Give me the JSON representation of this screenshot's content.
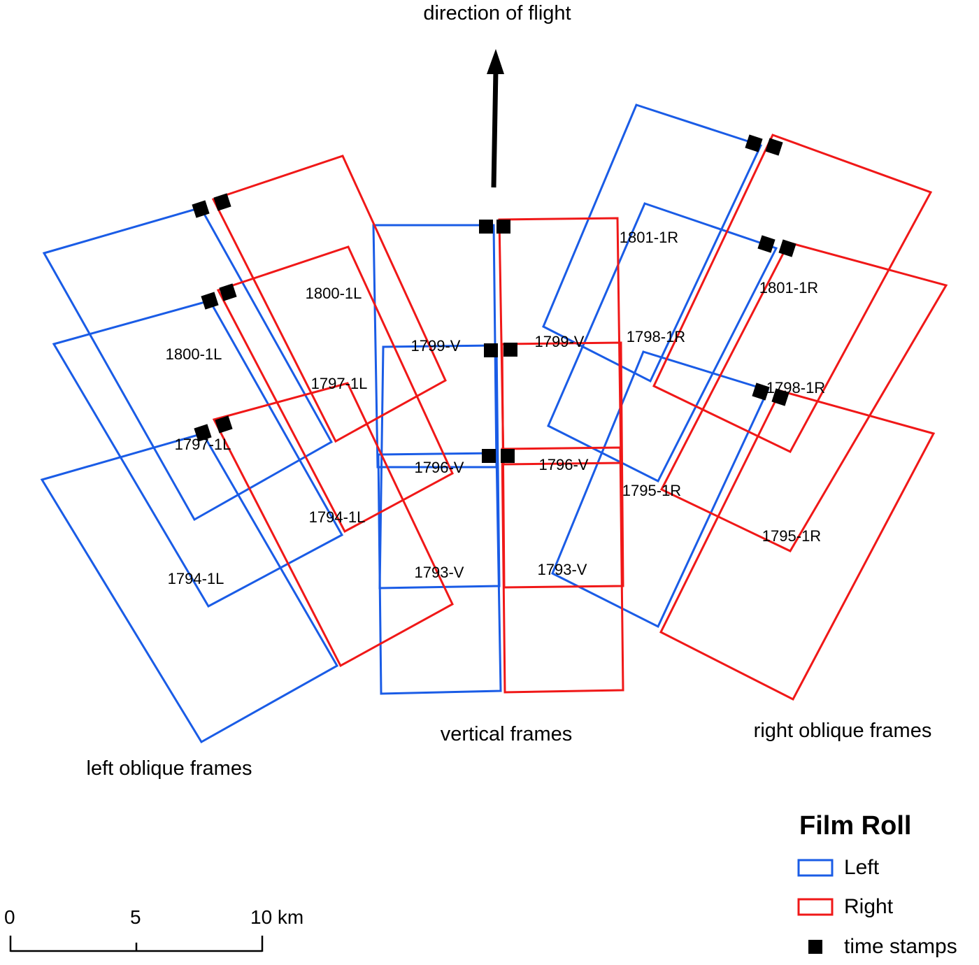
{
  "title": "direction of flight",
  "groups": {
    "left": "left oblique frames",
    "vertical": "vertical frames",
    "right": "right oblique frames"
  },
  "colors": {
    "left": "#1a5ce6",
    "right": "#f01818",
    "stamp": "#000000"
  },
  "frame_labels": {
    "l_blue": [
      "1800-1L",
      "1797-1L",
      "1794-1L"
    ],
    "l_red": [
      "1800-1L",
      "1797-1L",
      "1794-1L"
    ],
    "v_blue": [
      "1799-V",
      "1796-V",
      "1793-V"
    ],
    "v_red": [
      "1799-V",
      "1796-V",
      "1793-V"
    ],
    "r_blue": [
      "1801-1R",
      "1798-1R",
      "1795-1R"
    ],
    "r_red": [
      "1801-1R",
      "1798-1R",
      "1795-1R"
    ]
  },
  "legend": {
    "title": "Film Roll",
    "left": "Left",
    "right": "Right",
    "stamps": "time stamps"
  },
  "scale": {
    "t0": "0",
    "t5": "5",
    "t10": "10 km"
  }
}
